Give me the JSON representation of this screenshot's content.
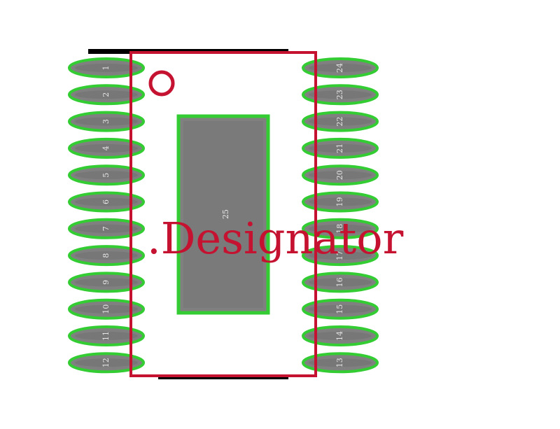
{
  "footprint": {
    "designator": ".Designator",
    "left_pins": [
      "1",
      "2",
      "3",
      "4",
      "5",
      "6",
      "7",
      "8",
      "9",
      "10",
      "11",
      "12"
    ],
    "right_pins": [
      "24",
      "23",
      "22",
      "21",
      "20",
      "19",
      "18",
      "17",
      "16",
      "15",
      "14",
      "13"
    ],
    "thermal_pad": "25"
  },
  "colors": {
    "outline": "#c41230",
    "pad_fill": "#808080",
    "pad_stroke": "#33cc33",
    "silkscreen_bar": "#000000",
    "text": "#c41230"
  }
}
